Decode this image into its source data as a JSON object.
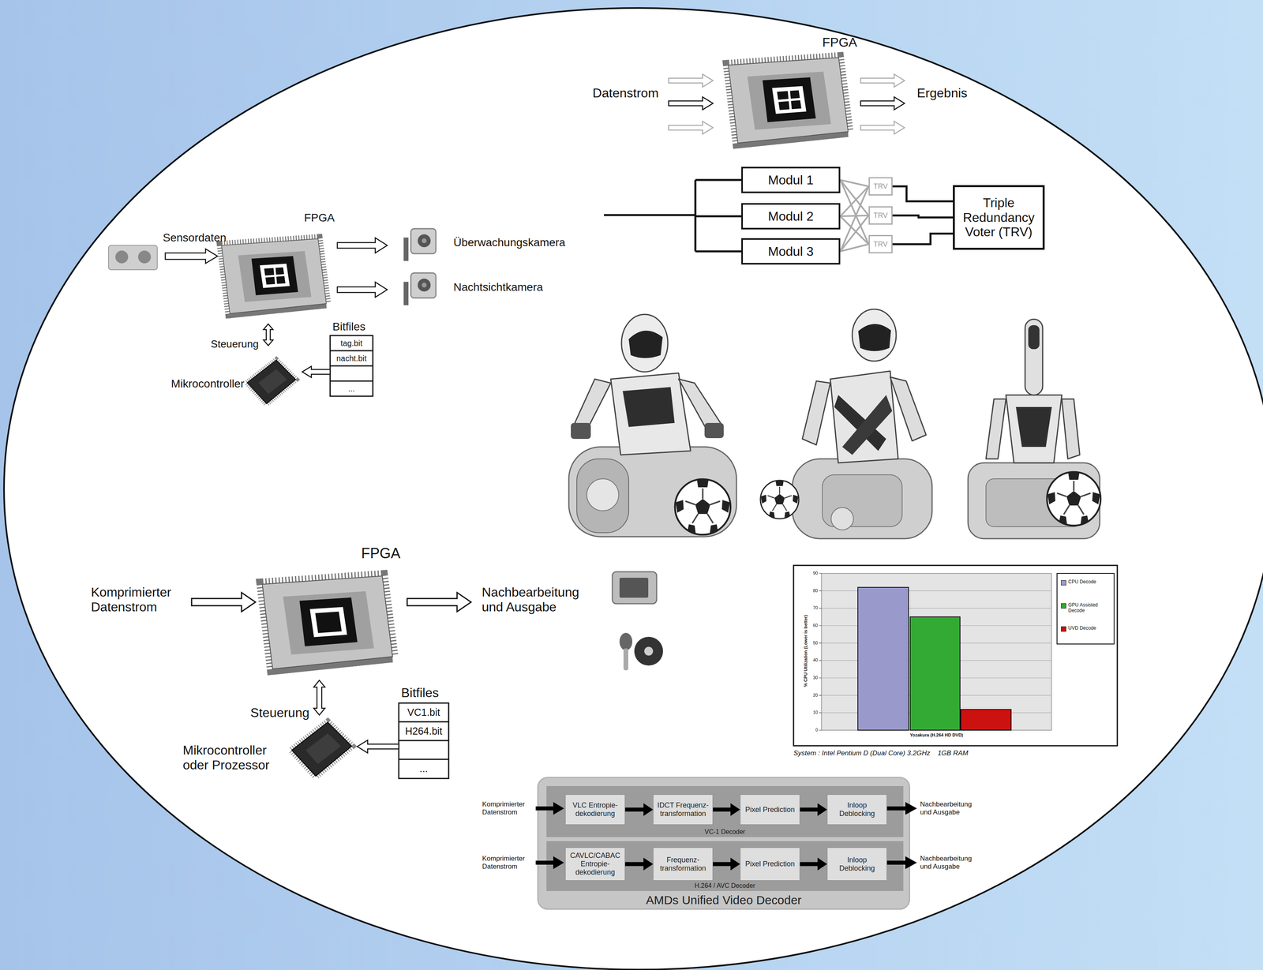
{
  "diagram": {
    "nodes": [
      {
        "text": [
          "Modul 1"
        ]
      },
      {
        "text": [
          "Modul 2"
        ]
      },
      {
        "text": [
          "Modul 3"
        ]
      },
      {
        "text": [
          "TRV"
        ]
      },
      {
        "text": [
          "TRV"
        ]
      },
      {
        "text": [
          "TRV"
        ]
      },
      {
        "text": [
          "Triple Redundancy Voter (TRV)"
        ]
      },
      {
        "text": [
          "AMDs Unified Video Decoder"
        ]
      },
      {
        "text": [
          "VC-1 Decoder"
        ],
        "in": 7
      },
      {
        "text": [
          "VLC Entropie-dekodierung"
        ],
        "in": 8
      },
      {
        "text": [
          "IDCT Frequenz-transformation"
        ],
        "in": 8
      },
      {
        "text": [
          "Pixel Prediction"
        ],
        "in": 8
      },
      {
        "text": [
          "Inloop Deblocking"
        ],
        "in": 8
      },
      {
        "text": [
          "H.264 / AVC Decoder"
        ],
        "in": 7
      },
      {
        "text": [
          "CAVLC/CABAC Entropie-dekodierung"
        ],
        "in": 13
      },
      {
        "text": [
          "Frequenz-transformation"
        ],
        "in": 13
      },
      {
        "text": [
          "Pixel Prediction"
        ],
        "in": 13
      },
      {
        "text": [
          "Inloop Deblocking"
        ],
        "in": 13
      }
    ],
    "edges": [
      {
        "from": 0,
        "to": 3,
        "arrow": "none"
      },
      {
        "from": 0,
        "to": 4,
        "arrow": "none"
      },
      {
        "from": 0,
        "to": 5,
        "arrow": "none"
      },
      {
        "from": 1,
        "to": 3,
        "arrow": "none"
      },
      {
        "from": 1,
        "to": 4,
        "arrow": "none"
      },
      {
        "from": 1,
        "to": 5,
        "arrow": "none"
      },
      {
        "from": 2,
        "to": 3,
        "arrow": "none"
      },
      {
        "from": 2,
        "to": 4,
        "arrow": "none"
      },
      {
        "from": 2,
        "to": 5,
        "arrow": "none"
      },
      {
        "from": 3,
        "to": 6,
        "arrow": "none"
      },
      {
        "from": 4,
        "to": 6,
        "arrow": "none"
      },
      {
        "from": 5,
        "to": 6,
        "arrow": "none"
      },
      {
        "from": 9,
        "to": 10,
        "arrow": "to"
      },
      {
        "from": 10,
        "to": 11,
        "arrow": "to"
      },
      {
        "from": 11,
        "to": 12,
        "arrow": "to"
      },
      {
        "from": 14,
        "to": 15,
        "arrow": "to"
      },
      {
        "from": 15,
        "to": 16,
        "arrow": "to"
      },
      {
        "from": 16,
        "to": 17,
        "arrow": "to"
      }
    ],
    "labels": [
      "FPGA",
      "Datenstrom",
      "Ergebnis",
      "Sensordaten",
      "FPGA",
      "Überwachungskamera",
      "Nachtsichtkamera",
      "Steuerung",
      "Bitfiles",
      "tag.bit",
      "nacht.bit",
      "...",
      "Mikrocontroller",
      "FPGA",
      "Komprimierter Datenstrom",
      "Nachbearbeitung und Ausgabe",
      "Bitfiles",
      "VC1.bit",
      "H264.bit",
      "...",
      "Steuerung",
      "Mikrocontroller oder Prozessor",
      "90",
      "80",
      "70",
      "60",
      "50",
      "40",
      "30",
      "20",
      "10",
      "0",
      "% CPU Utilization (Lower is better)",
      "Yozakura (H.264 HD DVD)",
      "System : Intel Pentium D (Dual Core) 3.2GHz    1GB RAM",
      "Komprimierter Datenstrom",
      "Nachbearbeitung und Ausgabe",
      "Komprimierter Datenstrom",
      "Nachbearbeitung und Ausgabe"
    ],
    "legend": [
      {
        "text": "CPU Decode",
        "color": "#9999cc"
      },
      {
        "text": "GPU Assisted Decode",
        "color": "#33aa33"
      },
      {
        "text": "UVD Decode",
        "color": "#cc1111"
      }
    ]
  }
}
